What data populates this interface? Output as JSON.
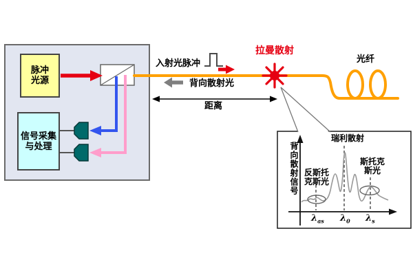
{
  "colors": {
    "accent_red": "#e60012",
    "fiber_orange": "#ffa000",
    "signal_blue": "#3355ee",
    "signal_pink": "#ff9dcb",
    "backscatter_gray": "#7f7f7f",
    "detector_teal": "#006a6a",
    "panel_fill": "#e2e6f1",
    "pulse_source_fill": "#ffff9e",
    "processor_fill": "#ccffff"
  },
  "instrument_panel": {
    "pulse_source_label": "脉冲\n光源",
    "signal_processor_label": "信号采集\n与处理"
  },
  "fiber_link": {
    "incident_pulse_label": "入射光脉冲",
    "backscatter_label": "背向散射光",
    "distance_label": "距离",
    "raman_scattering_label": "拉曼散射",
    "fiber_label": "光纤"
  },
  "spectrum_inset": {
    "ylabel": "背向散射信号",
    "rayleigh_label": "瑞利散射",
    "anti_stokes_label": "反斯托\n克斯光",
    "stokes_label": "斯托克\n斯光",
    "xticks": [
      {
        "base": "λ",
        "sub": "as"
      },
      {
        "base": "λ",
        "sub": "0"
      },
      {
        "base": "λ",
        "sub": "s"
      }
    ]
  },
  "chart_data": {
    "type": "line",
    "title": "",
    "ylabel": "背向散射信号",
    "xlabel": "",
    "x_tick_labels": [
      "λas",
      "λ0",
      "λs"
    ],
    "annotations": [
      "反斯托克斯光",
      "瑞利散射",
      "斯托克斯光"
    ],
    "axis_numeric_labels": false,
    "grid": false,
    "peaks": [
      {
        "label": "反斯托克斯光",
        "x": "λas",
        "relative_intensity": 0.1
      },
      {
        "label": "瑞利散射",
        "x": "λ0",
        "relative_intensity": 1.0
      },
      {
        "label": "斯托克斯光",
        "x": "λs",
        "relative_intensity": 0.25
      }
    ]
  }
}
